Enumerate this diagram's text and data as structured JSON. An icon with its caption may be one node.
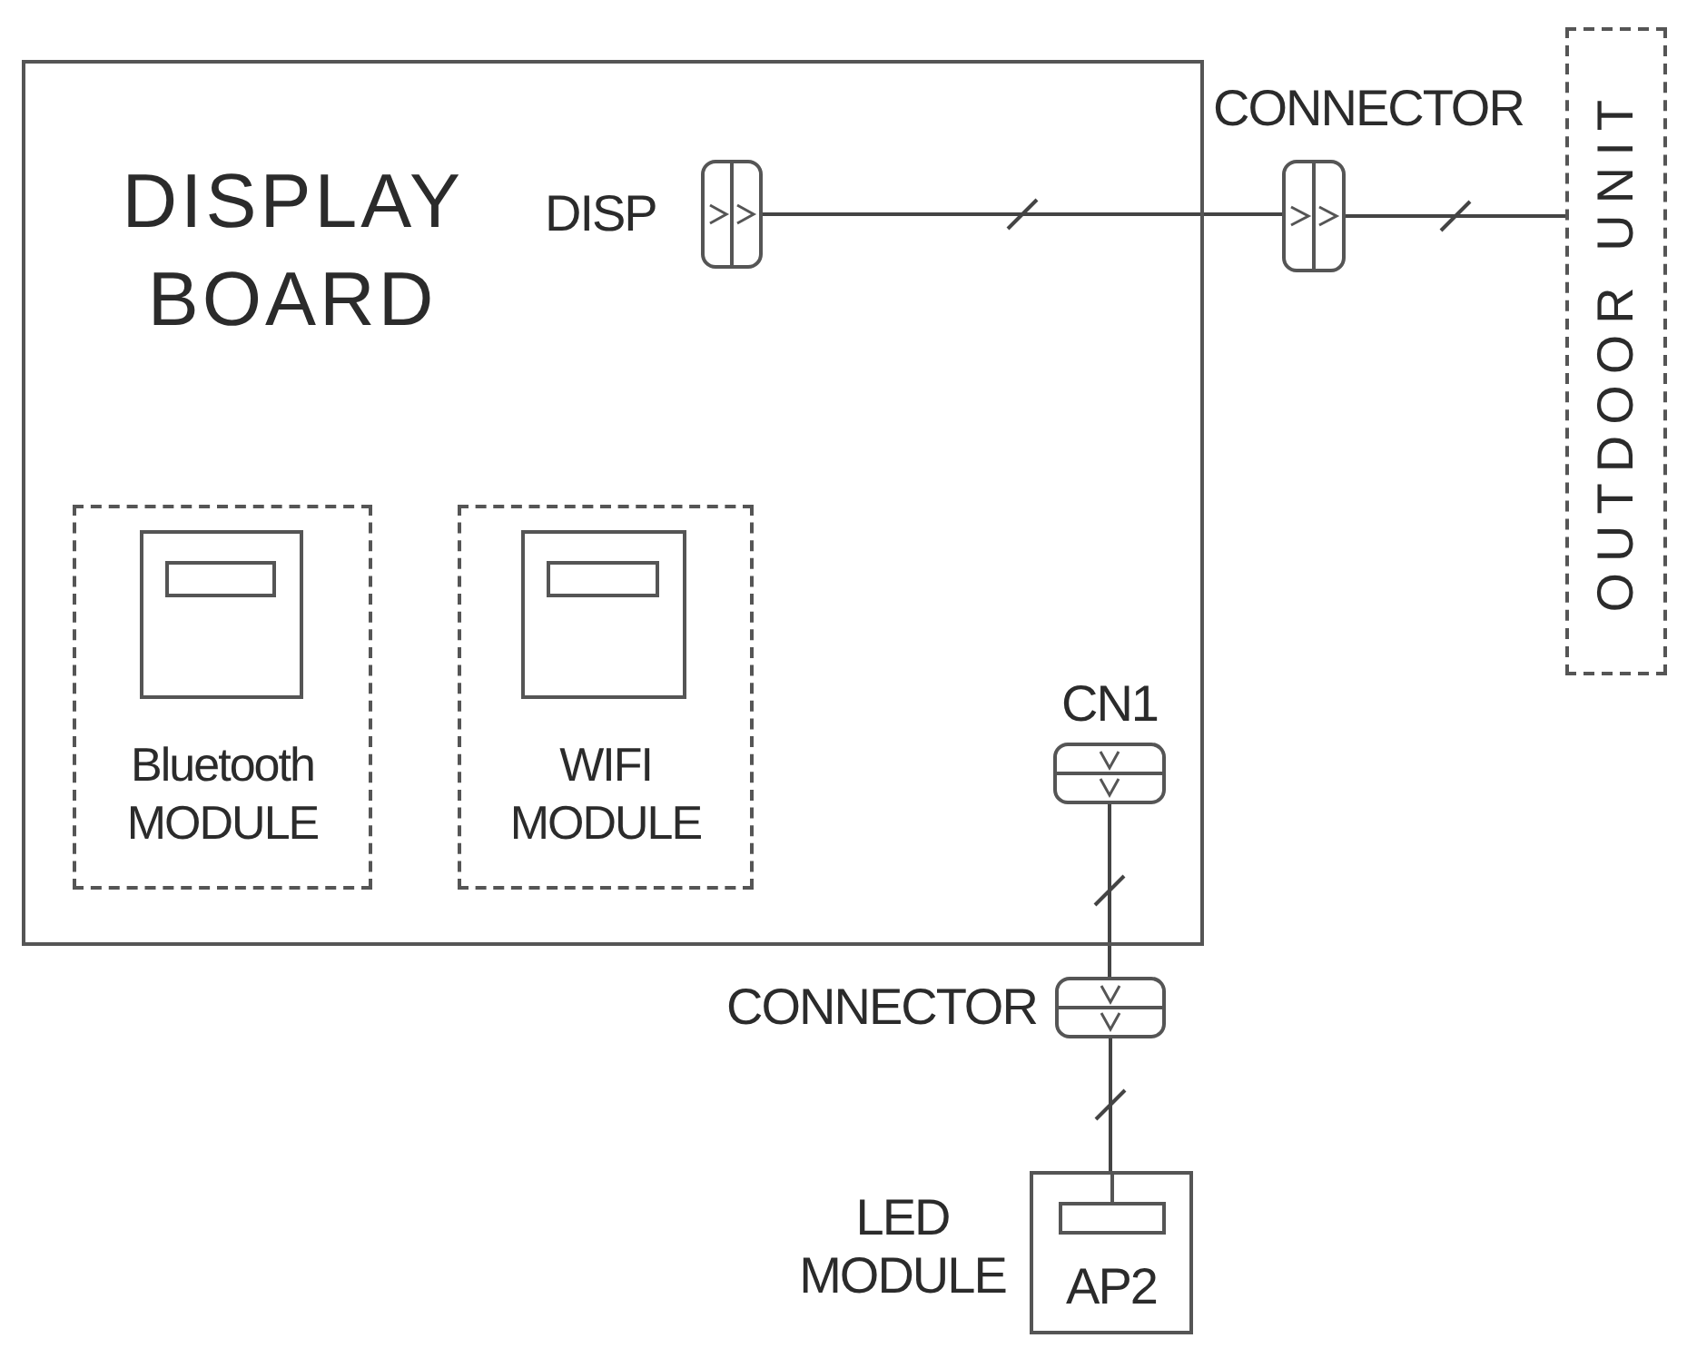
{
  "diagram": {
    "nodes": [
      {
        "text": [
          "DISPLAY BOARD"
        ]
      },
      {
        "text": [
          "DISP"
        ],
        "in": 0
      },
      {
        "text": [
          "CONNECTOR"
        ]
      },
      {
        "text": [
          "OUTDOOR UNIT"
        ]
      },
      {
        "text": [
          "Bluetooth MODULE"
        ],
        "in": 0
      },
      {
        "text": [
          "WIFI MODULE"
        ],
        "in": 0
      },
      {
        "text": [
          "CN1"
        ],
        "in": 0
      },
      {
        "text": [
          "CONNECTOR"
        ]
      },
      {
        "text": [
          "LED MODULE",
          "AP2"
        ]
      }
    ],
    "edges": [
      {
        "from": 1,
        "to": 2,
        "arrow": "none"
      },
      {
        "from": 2,
        "to": 3,
        "arrow": "none"
      },
      {
        "from": 6,
        "to": 7,
        "arrow": "none"
      },
      {
        "from": 7,
        "to": 8,
        "arrow": "none"
      }
    ]
  }
}
